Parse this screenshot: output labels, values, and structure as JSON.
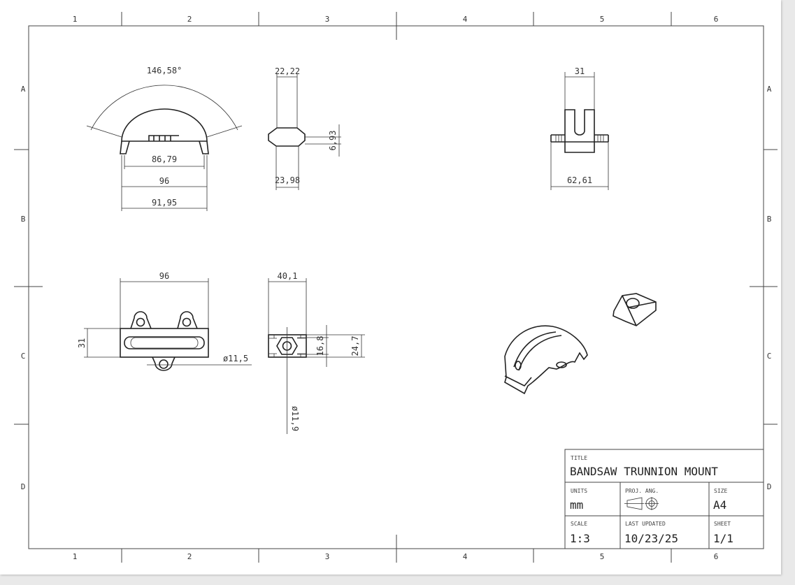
{
  "sheet": {
    "columns": [
      "1",
      "2",
      "3",
      "4",
      "5",
      "6"
    ],
    "rows": [
      "A",
      "B",
      "C",
      "D"
    ]
  },
  "title_block": {
    "title_label": "TITLE",
    "title": "BANDSAW TRUNNION MOUNT",
    "units_label": "UNITS",
    "units": "mm",
    "proj_label": "PROJ. ANG.",
    "proj_icon": "third-angle-projection-symbol",
    "size_label": "SIZE",
    "size": "A4",
    "scale_label": "SCALE",
    "scale": "1:3",
    "updated_label": "LAST UPDATED",
    "updated": "10/23/25",
    "sheet_label": "SHEET",
    "sheet": "1/1"
  },
  "dimensions": {
    "front_angle": "146,58°",
    "front_inner": "86,79",
    "front_width": "96",
    "front_base": "91,95",
    "side_top": "22,22",
    "side_bottom": "23,98",
    "side_height": "6,93",
    "right_width": "31",
    "right_overall": "62,61",
    "plan_width": "96",
    "plan_height": "31",
    "plan_hole": "ø11,5",
    "end_width": "40,1",
    "end_inner": "16,8",
    "end_height": "24,7",
    "end_hole": "ø11,9"
  }
}
